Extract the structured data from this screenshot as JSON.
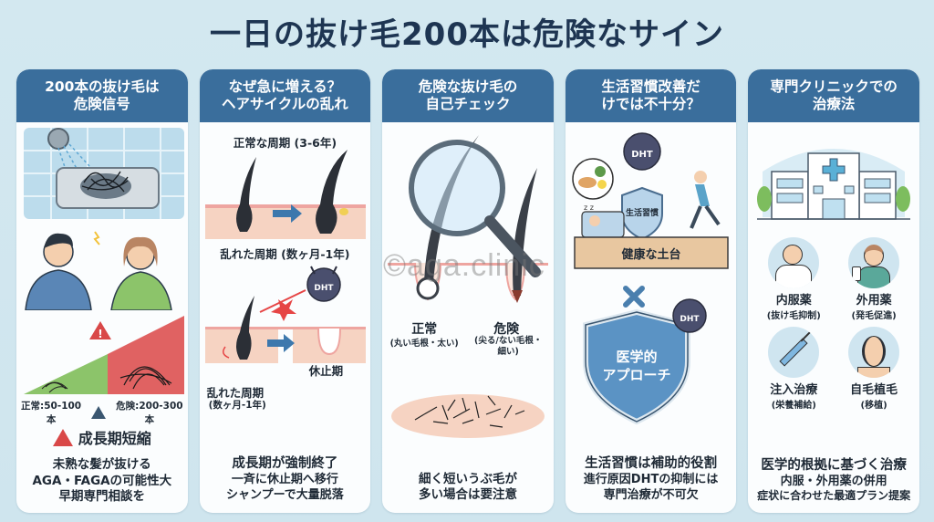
{
  "title": "一日の抜け毛200本は危険なサイン",
  "watermark": "©aga.clinic",
  "colors": {
    "background": "#d3e8f0",
    "header": "#3a6e9c",
    "title": "#1e3552",
    "danger": "#e06262",
    "normal": "#8cc46a",
    "shield": "#5b93c4"
  },
  "cards": [
    {
      "header": "200本の抜け毛は\n危険信号",
      "scale_normal": "正常:50-100本",
      "scale_danger": "危険:200-300本",
      "warning_title": "成長期短縮",
      "lines": [
        "未熟な髪が抜ける",
        "AGA・FAGAの可能性大",
        "早期専門相談を"
      ]
    },
    {
      "header": "なぜ急に増える？\nヘアサイクルの乱れ",
      "normal_cycle": "正常な周期 (3-6年)",
      "disturbed_cycle": "乱れた周期 (数ヶ月-1年)",
      "dht_label": "DHT",
      "disturbed_label": "乱れた周期",
      "disturbed_sub": "(数ヶ月-1年)",
      "telogen_label": "休止期",
      "main": "成長期が強制終了",
      "lines": [
        "一斉に休止期へ移行",
        "シャンプーで大量脱落"
      ]
    },
    {
      "header": "危険な抜け毛の\n自己チェック",
      "normal_label": "正常",
      "normal_sub": "(丸い毛根・太い)",
      "danger_label": "危険",
      "danger_sub": "(尖る/ない毛根・\n細い)",
      "lines": [
        "細く短いうぶ毛が",
        "多い場合は要注意"
      ]
    },
    {
      "header": "生活習慣改善だ\nけでは不十分？",
      "dht_label": "DHT",
      "shield_small": "生活習慣",
      "base_label": "健康な土台",
      "shield_big": "医学的\nアプローチ",
      "main": "生活習慣は補助的役割",
      "lines": [
        "進行原因DHTの抑制には",
        "専門治療が不可欠"
      ]
    },
    {
      "header": "専門クリニックでの\n治療法",
      "treatments": [
        {
          "name": "内服薬",
          "sub": "(抜け毛抑制)"
        },
        {
          "name": "外用薬",
          "sub": "(発毛促進)"
        },
        {
          "name": "注入治療",
          "sub": "(栄養補給)"
        },
        {
          "name": "自毛植毛",
          "sub": "(移植)"
        }
      ],
      "main": "医学的根拠に基づく治療",
      "lines": [
        "内服・外用薬の併用",
        "症状に合わせた最適プラン提案"
      ]
    }
  ]
}
